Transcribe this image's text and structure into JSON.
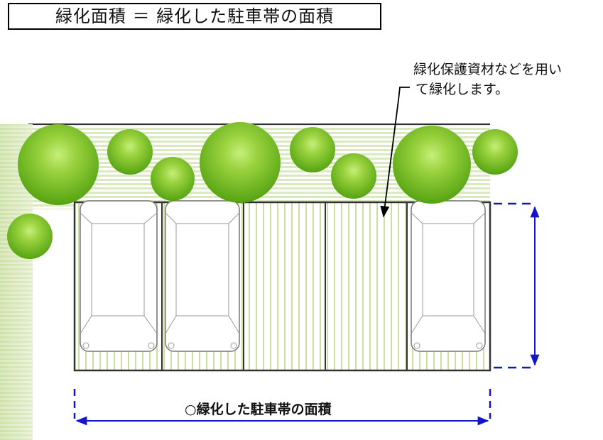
{
  "title": "緑化面積 ＝ 緑化した駐車帯の面積",
  "note": {
    "line1": "緑化保護資材などを用い",
    "line2": "て緑化します。"
  },
  "area_label": "○緑化した駐車帯の面積",
  "parking": {
    "stalls": [
      "car",
      "car",
      "greened",
      "greened",
      "car"
    ]
  },
  "colors": {
    "tree_light": "#b7e35a",
    "tree_dark": "#5aa618",
    "grass_stripe": "#d5e6b4",
    "sidewalk": "#c9dea3",
    "dimension": "#1515c8"
  }
}
